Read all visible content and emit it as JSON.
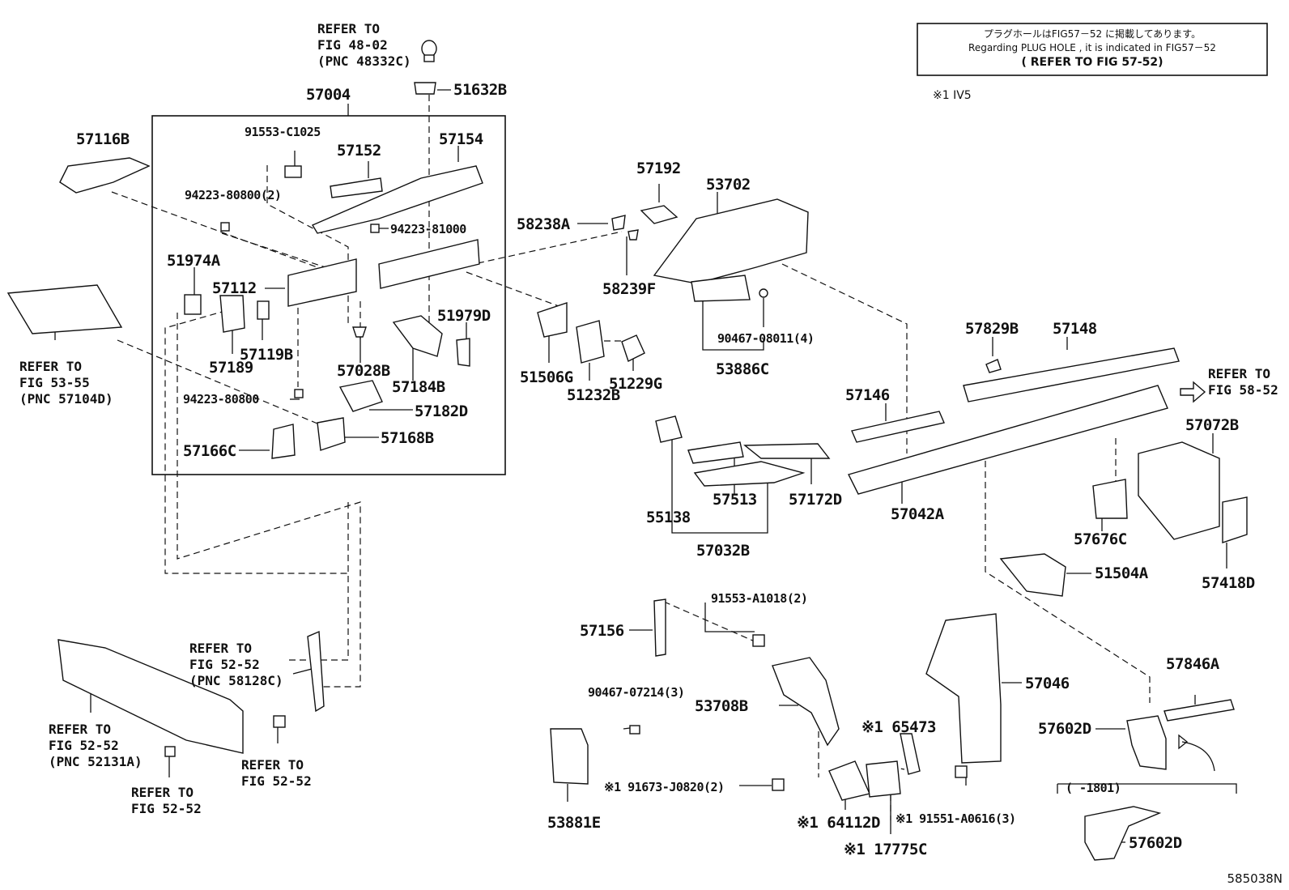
{
  "note": {
    "jp": "プラグホールはFIG57－52 に掲載してあります。",
    "en": "Regarding PLUG HOLE , it is indicated in FIG57－52",
    "refer": "( REFER TO FIG 57-52)",
    "footnote": "※1 IV5"
  },
  "diagram_id": "585038N",
  "refs": {
    "r1": [
      "REFER TO",
      "FIG 48-02",
      "(PNC 48332C)"
    ],
    "r2": [
      "REFER TO",
      "FIG 53-55",
      "(PNC 57104D)"
    ],
    "r3": [
      "REFER TO",
      "FIG 58-52"
    ],
    "r4": [
      "REFER TO",
      "FIG 52-52",
      "(PNC 58128C)"
    ],
    "r5": [
      "REFER TO",
      "FIG 52-52",
      "(PNC 52131A)"
    ],
    "r6": [
      "REFER TO",
      "FIG 52-52"
    ],
    "r7": [
      "REFER TO",
      "FIG 52-52"
    ]
  },
  "range_label": "(   -1801)",
  "parts": {
    "p57004": "57004",
    "p57116B": "57116B",
    "p91553C1025": "91553-C1025",
    "p57152": "57152",
    "p57154": "57154",
    "p51632B": "51632B",
    "p9422380800_2": "94223-80800(2)",
    "p9422381000": "94223-81000",
    "p51974A": "51974A",
    "p57112": "57112",
    "p57119B": "57119B",
    "p57189": "57189",
    "p51979D": "51979D",
    "p57028B": "57028B",
    "p57184B": "57184B",
    "p9422380800": "94223-80800",
    "p57182D": "57182D",
    "p57166C": "57166C",
    "p57168B": "57168B",
    "p57192": "57192",
    "p58238A": "58238A",
    "p58239F": "58239F",
    "p53702": "53702",
    "p9046708011": "90467-08011(4)",
    "p53886C": "53886C",
    "p51506G": "51506G",
    "p51232B": "51232B",
    "p51229G": "51229G",
    "p57829B": "57829B",
    "p57148": "57148",
    "p57146": "57146",
    "p57072B": "57072B",
    "p55138": "55138",
    "p57513": "57513",
    "p57172D": "57172D",
    "p57032B": "57032B",
    "p57042A": "57042A",
    "p57676C": "57676C",
    "p51504A": "51504A",
    "p57418D": "57418D",
    "p91553A1018": "91553-A1018(2)",
    "p57156": "57156",
    "p57046": "57046",
    "p57846A": "57846A",
    "p9046707214": "90467-07214(3)",
    "p53708B": "53708B",
    "p165473": "※1 65473",
    "p57602D_a": "57602D",
    "p191673": "※1 91673-J0820(2)",
    "p53881E": "53881E",
    "p164112D": "※1 64112D",
    "p191551": "※1 91551-A0616(3)",
    "p117775C": "※1 17775C",
    "p57602D_b": "57602D"
  }
}
